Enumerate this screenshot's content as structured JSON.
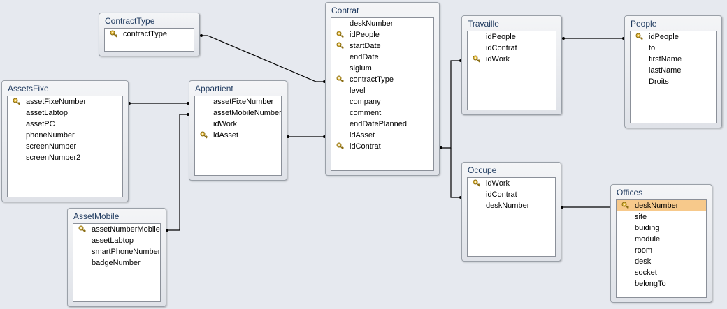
{
  "tables": {
    "contracttype": {
      "title": "ContractType",
      "fields": [
        {
          "name": "contractType",
          "key": true
        }
      ]
    },
    "contrat": {
      "title": "Contrat",
      "fields": [
        {
          "name": "deskNumber",
          "key": false
        },
        {
          "name": "idPeople",
          "key": true
        },
        {
          "name": "startDate",
          "key": true
        },
        {
          "name": "endDate",
          "key": false
        },
        {
          "name": "siglum",
          "key": false
        },
        {
          "name": "contractType",
          "key": true
        },
        {
          "name": "level",
          "key": false
        },
        {
          "name": "company",
          "key": false
        },
        {
          "name": "comment",
          "key": false
        },
        {
          "name": "endDatePlanned",
          "key": false
        },
        {
          "name": "idAsset",
          "key": false
        },
        {
          "name": "idContrat",
          "key": true
        }
      ]
    },
    "travaille": {
      "title": "Travaille",
      "fields": [
        {
          "name": "idPeople",
          "key": false
        },
        {
          "name": "idContrat",
          "key": false
        },
        {
          "name": "idWork",
          "key": true
        }
      ]
    },
    "people": {
      "title": "People",
      "fields": [
        {
          "name": "idPeople",
          "key": true
        },
        {
          "name": "to",
          "key": false
        },
        {
          "name": "firstName",
          "key": false
        },
        {
          "name": "lastName",
          "key": false
        },
        {
          "name": "Droits",
          "key": false
        }
      ]
    },
    "assetsfixe": {
      "title": "AssetsFixe",
      "fields": [
        {
          "name": "assetFixeNumber",
          "key": true
        },
        {
          "name": "assetLabtop",
          "key": false
        },
        {
          "name": "assetPC",
          "key": false
        },
        {
          "name": "phoneNumber",
          "key": false
        },
        {
          "name": "screenNumber",
          "key": false
        },
        {
          "name": "screenNumber2",
          "key": false
        }
      ]
    },
    "appartient": {
      "title": "Appartient",
      "fields": [
        {
          "name": "assetFixeNumber",
          "key": false
        },
        {
          "name": "assetMobileNumber",
          "key": false
        },
        {
          "name": "idWork",
          "key": false
        },
        {
          "name": "idAsset",
          "key": true
        }
      ]
    },
    "assetmobile": {
      "title": "AssetMobile",
      "fields": [
        {
          "name": "assetNumberMobile",
          "key": true
        },
        {
          "name": "assetLabtop",
          "key": false
        },
        {
          "name": "smartPhoneNumber",
          "key": false
        },
        {
          "name": "badgeNumber",
          "key": false
        }
      ]
    },
    "occupe": {
      "title": "Occupe",
      "fields": [
        {
          "name": "idWork",
          "key": true
        },
        {
          "name": "idContrat",
          "key": false
        },
        {
          "name": "deskNumber",
          "key": false
        }
      ]
    },
    "offices": {
      "title": "Offices",
      "fields": [
        {
          "name": "deskNumber",
          "key": true,
          "selected": true
        },
        {
          "name": "site",
          "key": false
        },
        {
          "name": "buiding",
          "key": false
        },
        {
          "name": "module",
          "key": false
        },
        {
          "name": "room",
          "key": false
        },
        {
          "name": "desk",
          "key": false
        },
        {
          "name": "socket",
          "key": false
        },
        {
          "name": "belongTo",
          "key": false
        }
      ]
    }
  },
  "colors": {
    "selection": "#f7c98b",
    "title_text": "#1f3a5f",
    "line": "#000000"
  },
  "icons": {
    "primary_key": "key-icon"
  }
}
